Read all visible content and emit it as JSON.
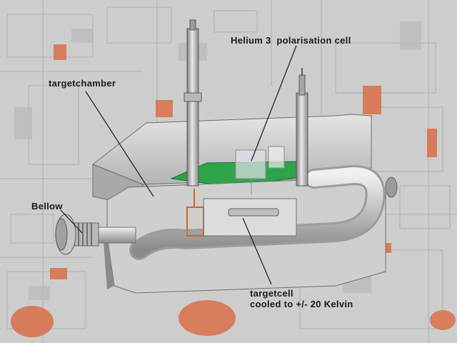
{
  "labels": {
    "helium_cell": "Helium 3  polarisation cell",
    "targetchamber": "targetchamber",
    "bellow": "Bellow",
    "targetcell_line1": "targetcell",
    "targetcell_line2": "cooled to +/- 20 Kelvin"
  },
  "colors": {
    "background": "#c9c9c9",
    "metal": "#d6d6d6",
    "metal_dark": "#a8a8a8",
    "green_plate": "#2ea44a",
    "copper": "#c46a2e",
    "rust_patch": "#d9704a"
  }
}
